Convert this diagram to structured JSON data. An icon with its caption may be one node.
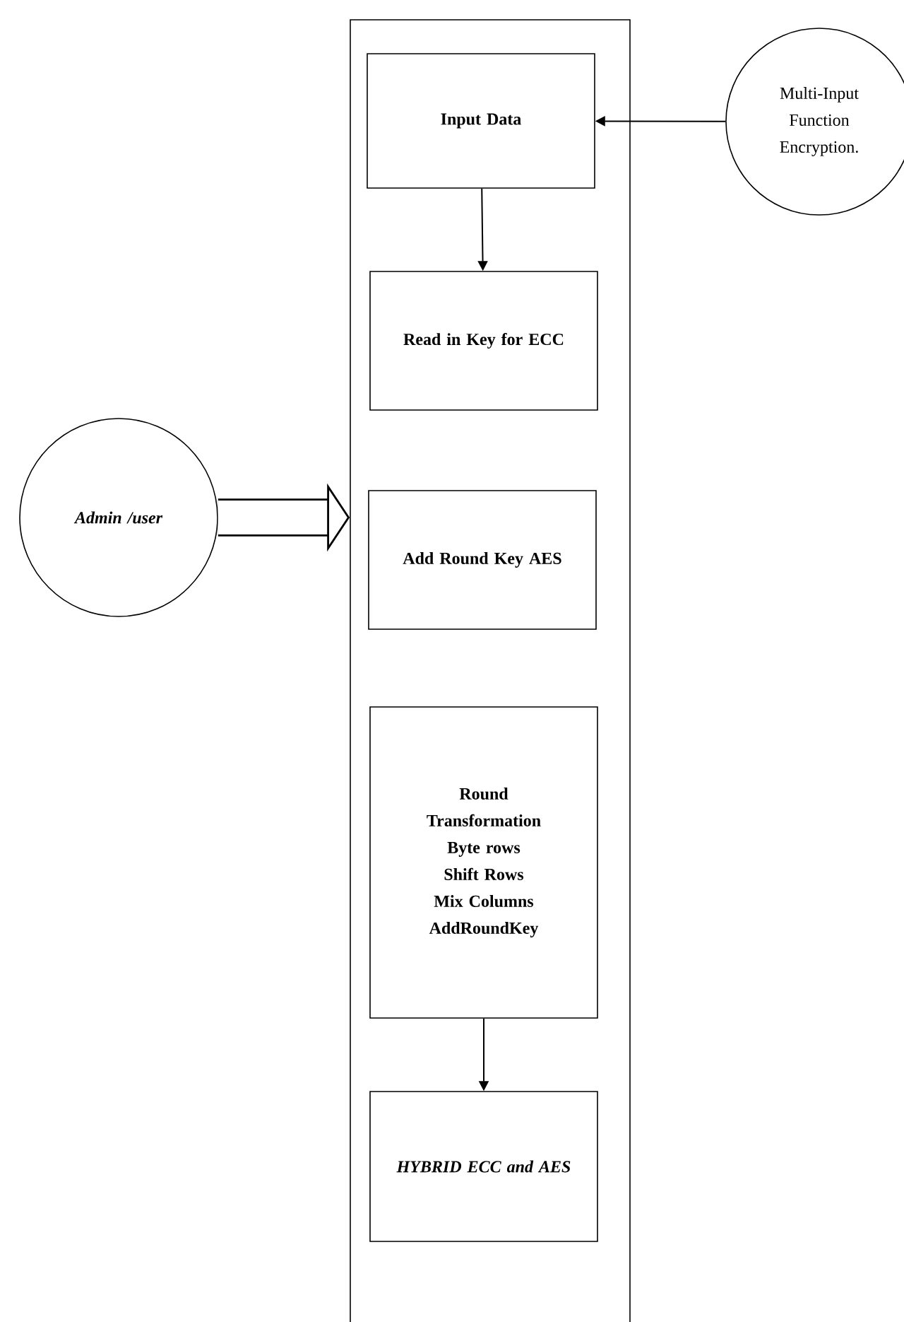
{
  "diagram": {
    "nodes": [
      {
        "text": [],
        "shape": "box"
      },
      {
        "text": [
          "Input Data"
        ],
        "in": 0
      },
      {
        "text": [
          "Read in Key for ECC"
        ],
        "in": 0
      },
      {
        "text": [
          "Add Round Key AES"
        ],
        "in": 0
      },
      {
        "text": [
          "Round Transformation",
          "Byte rows",
          "Shift Rows",
          "Mix Columns",
          "AddRoundKey"
        ],
        "in": 0
      },
      {
        "text": [
          "HYBRID ECC and AES"
        ],
        "in": 0
      },
      {
        "text": [
          "Multi-Input Function Encryption."
        ]
      },
      {
        "text": [
          "Admin /user"
        ]
      }
    ],
    "edges": [
      {
        "from": 6,
        "to": 1,
        "arrow": "to"
      },
      {
        "from": 1,
        "to": 2,
        "arrow": "to"
      },
      {
        "from": 7,
        "to": 0,
        "arrow": "to",
        "style": "thick"
      },
      {
        "from": 4,
        "to": 5,
        "arrow": "to"
      }
    ]
  }
}
